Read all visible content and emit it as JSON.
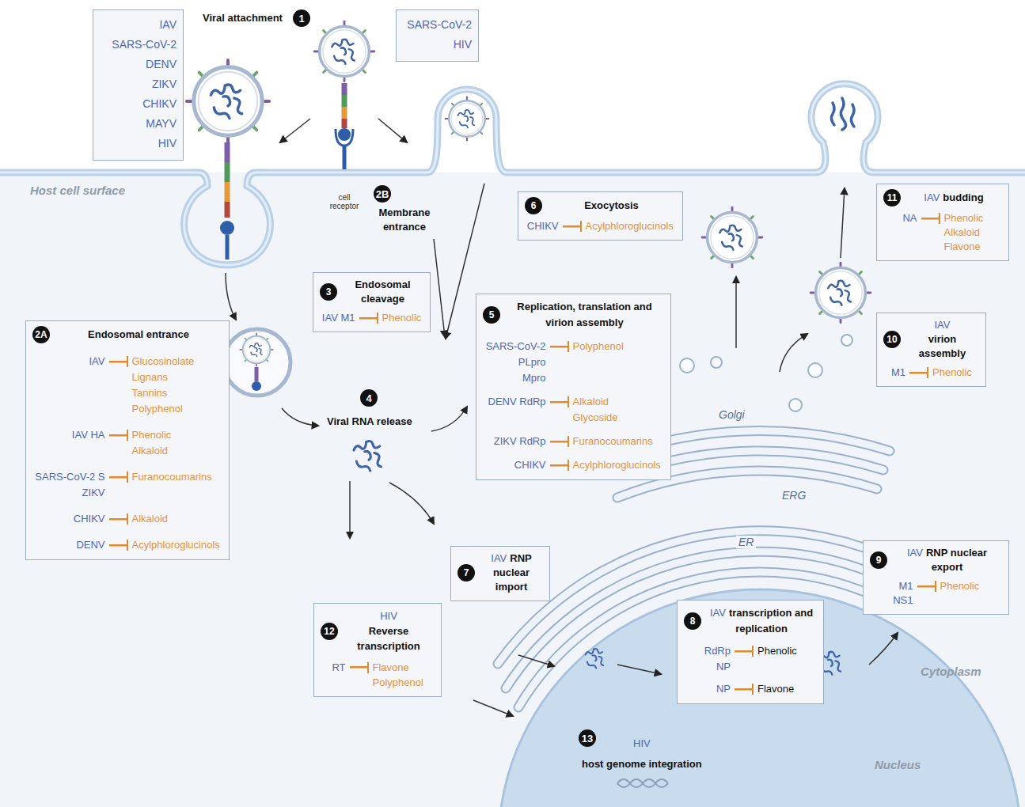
{
  "diagram": {
    "nodes": [
      {
        "text": [
          "IAV",
          "SARS-CoV-2",
          "DENV",
          "ZIKV",
          "CHIKV",
          "MAYV",
          "HIV"
        ]
      },
      {
        "text": [
          "SARS-CoV-2",
          "HIV"
        ]
      },
      {
        "text": [
          "2A",
          "Endosomal entrance",
          "IAV",
          "Glucosinolate",
          "Lignans",
          "Tannins",
          "Polyphenol",
          "IAV HA",
          "Phenolic",
          "Alkaloid",
          "SARS-CoV-2 S",
          "ZIKV",
          "Furanocoumarins",
          "CHIKV",
          "Alkaloid",
          "DENV",
          "Acylphloroglucinols"
        ]
      },
      {
        "text": [
          "3",
          "Endosomal cleavage",
          "IAV M1",
          "Phenolic"
        ]
      },
      {
        "text": [
          "5",
          "Replication, translation and virion assembly",
          "SARS-CoV-2",
          "PLpro",
          "Mpro",
          "Polyphenol",
          "DENV RdRp",
          "Alkaloid",
          "Glycoside",
          "ZIKV RdRp",
          "Furanocoumarins",
          "CHIKV",
          "Acylphloroglucinols"
        ]
      },
      {
        "text": [
          "6",
          "Exocytosis",
          "CHIKV",
          "Acylphloroglucinols"
        ]
      },
      {
        "text": [
          "7",
          "IAV",
          "RNP nuclear import"
        ]
      },
      {
        "text": [
          "8",
          "IAV",
          "transcription and replication",
          "RdRp",
          "NP",
          "Phenolic",
          "NP",
          "Flavone"
        ]
      },
      {
        "text": [
          "9",
          "IAV",
          "RNP nuclear export",
          "M1",
          "NS1",
          "Phenolic"
        ]
      },
      {
        "text": [
          "10",
          "IAV",
          "virion assembly",
          "M1",
          "Phenolic"
        ]
      },
      {
        "text": [
          "11",
          "IAV",
          "budding",
          "NA",
          "Phenolic",
          "Alkaloid",
          "Flavone"
        ]
      },
      {
        "text": [
          "12",
          "HIV",
          "Reverse transcription",
          "RT",
          "Flavone",
          "Polyphenol"
        ]
      }
    ],
    "labels": [
      "Viral attachment",
      "1",
      "2B",
      "Membrane entrance",
      "cell receptor",
      "Host cell surface",
      "4",
      "Viral RNA release",
      "Golgi",
      "ERG",
      "ER",
      "Cytoplasm",
      "13",
      "HIV",
      "host genome integration",
      "Nucleus"
    ]
  }
}
